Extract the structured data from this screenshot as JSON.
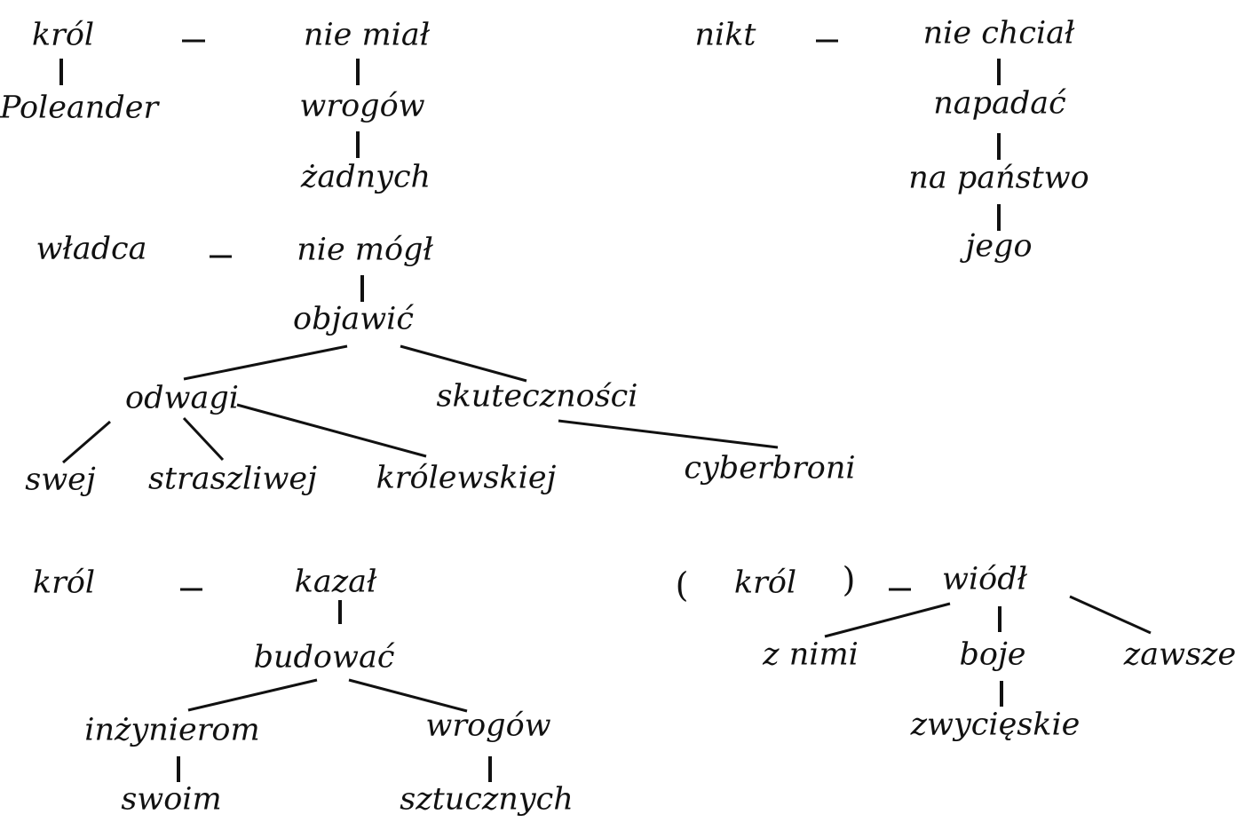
{
  "trees": {
    "t1": {
      "subject": "król",
      "subject_mod": "Poleander",
      "predicate": "nie miał",
      "object": "wrogów",
      "object_mod": "żadnych"
    },
    "t2": {
      "subject": "nikt",
      "predicate": "nie chciał",
      "inf": "napadać",
      "obj": "na państwo",
      "obj_mod": "jego"
    },
    "t3": {
      "subject": "władca",
      "predicate": "nie mógł",
      "inf": "objawić",
      "obj1": "odwagi",
      "obj2": "skuteczności",
      "mod1": "swej",
      "mod2": "straszliwej",
      "mod3": "królewskiej",
      "mod4": "cyberbroni"
    },
    "t4": {
      "subject": "król",
      "predicate": "kazał",
      "inf": "budować",
      "obj1": "inżynierom",
      "obj1_mod": "swoim",
      "obj2": "wrogów",
      "obj2_mod": "sztucznych"
    },
    "t5": {
      "paren_open": "(",
      "subject": "król",
      "paren_close": ")",
      "predicate": "wiódł",
      "adv1": "z nimi",
      "obj": "boje",
      "adv2": "zawsze",
      "obj_mod": "zwycięskie"
    }
  }
}
